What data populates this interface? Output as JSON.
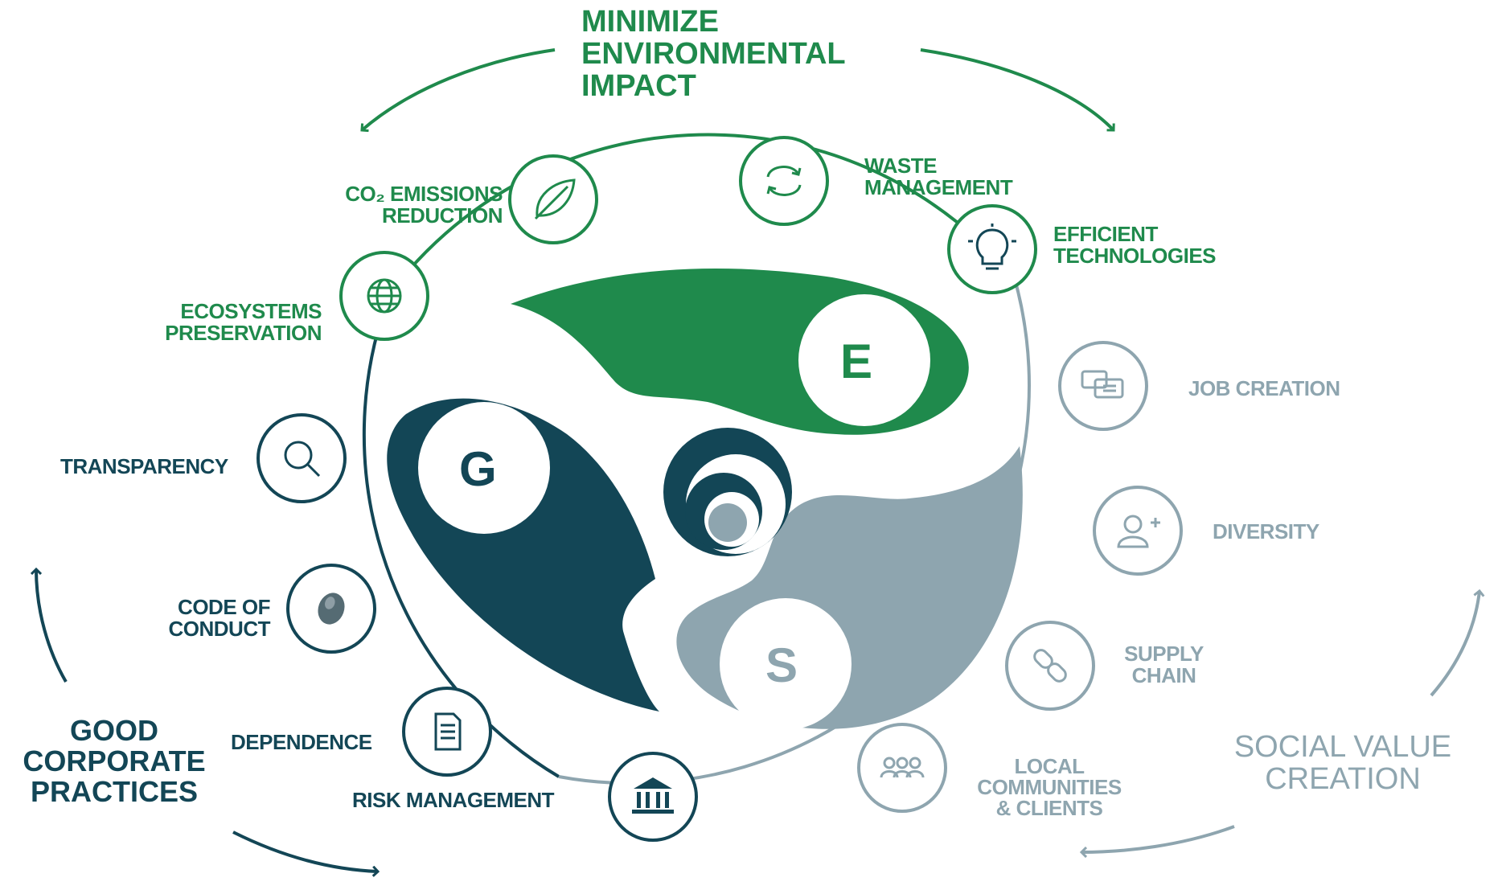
{
  "pillars": {
    "environmental": {
      "title_lines": [
        "MINIMIZE",
        "ENVIRONMENTAL",
        "IMPACT"
      ],
      "letter": "E",
      "color": "#1f8a4c"
    },
    "social": {
      "title_lines": [
        "SOCIAL VALUE",
        "CREATION"
      ],
      "letter": "S",
      "color": "#8ea5af"
    },
    "governance": {
      "title_lines": [
        "GOOD",
        "CORPORATE",
        "PRACTICES"
      ],
      "letter": "G",
      "color": "#134656"
    }
  },
  "items": {
    "co2": {
      "lines": [
        "CO₂ EMISSIONS",
        "REDUCTION"
      ],
      "icon": "leaf-icon"
    },
    "waste": {
      "lines": [
        "WASTE",
        "MANAGEMENT"
      ],
      "icon": "recycle-arrows-icon"
    },
    "efficient": {
      "lines": [
        "EFFICIENT",
        "TECHNOLOGIES"
      ],
      "icon": "lightbulb-icon"
    },
    "ecosystems": {
      "lines": [
        "ECOSYSTEMS",
        "PRESERVATION"
      ],
      "icon": "globe-icon"
    },
    "job": {
      "lines": [
        "JOB CREATION"
      ],
      "icon": "chat-bubbles-icon"
    },
    "diversity": {
      "lines": [
        "DIVERSITY"
      ],
      "icon": "add-user-icon"
    },
    "supply": {
      "lines": [
        "SUPPLY",
        "CHAIN"
      ],
      "icon": "chain-link-icon"
    },
    "local": {
      "lines": [
        "LOCAL",
        "COMMUNITIES",
        "& CLIENTS"
      ],
      "icon": "people-group-icon"
    },
    "transparency": {
      "lines": [
        "TRANSPARENCY"
      ],
      "icon": "magnifier-icon"
    },
    "code": {
      "lines": [
        "CODE OF",
        "CONDUCT"
      ],
      "icon": "stone-icon"
    },
    "dependence": {
      "lines": [
        "DEPENDENCE"
      ],
      "icon": "document-icon"
    },
    "risk": {
      "lines": [
        "RISK MANAGEMENT"
      ],
      "icon": "bank-building-icon"
    }
  },
  "colors": {
    "environmental": "#1f8a4c",
    "social": "#8ea5af",
    "governance": "#134656"
  }
}
